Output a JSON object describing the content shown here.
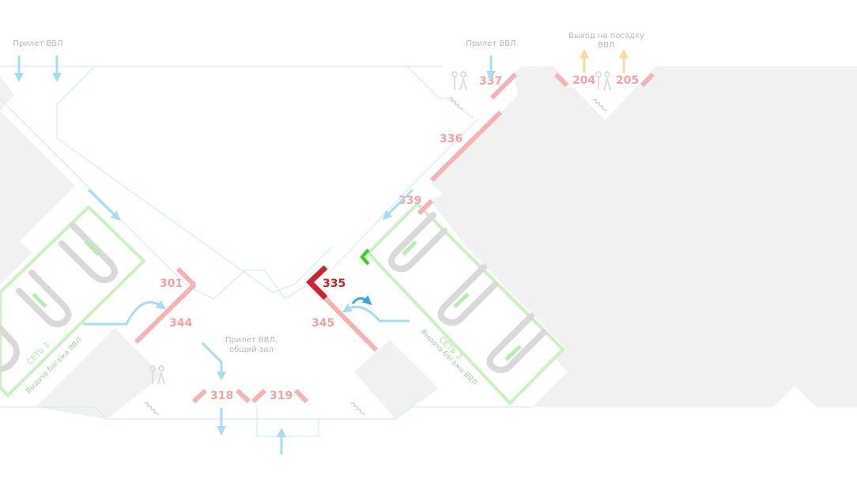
{
  "colors": {
    "wall": "#f1f1f1",
    "outline": "#cdeef6",
    "gate": "#f7b3b3",
    "gate_active": "#d4202a",
    "arrow": "#a9dcf3",
    "arrow_dark": "#39a6e0",
    "belt_frame": "#c9f2c0",
    "belt": "#d9d9d9",
    "exit_arrow": "#fbd89c",
    "you_are_here": "#22dd00"
  },
  "zones": {
    "arrival_top_left": "Прилет ВВЛ",
    "arrival_top_right": "Прилет ВВЛ",
    "boarding_exit": [
      "Выход на посадку",
      "ВВЛ"
    ],
    "arrival_hall": [
      "Прилет ВВЛ,",
      "общий зал"
    ]
  },
  "gates": {
    "g337": "337",
    "g204": "204",
    "g205": "205",
    "g336": "336",
    "g339": "339",
    "g301": "301",
    "g344": "344",
    "g335": "335",
    "g345": "345",
    "g318": "318",
    "g319": "319"
  },
  "active_gate": "335",
  "baggage": {
    "left_label": "Выдача багажа ВВЛ",
    "left_id": "СЕТЬ 1",
    "right_label": "Выдача багажа ВВЛ",
    "right_id": "СЕТЬ 2"
  },
  "icons": {
    "wc": "wc-icon",
    "stairs": "stairs-icon",
    "you_are_here": "you-are-here-icon"
  }
}
